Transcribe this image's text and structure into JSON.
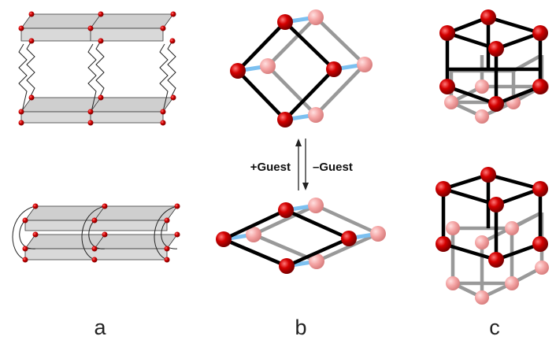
{
  "labels": {
    "guest_add": "+Guest",
    "guest_remove": "–Guest",
    "panel_a": "a",
    "panel_b": "b",
    "panel_c": "c"
  },
  "colors": {
    "node_front": "#c80000",
    "node_back": "#f4a3a3",
    "bond_front": "#000000",
    "bond_back": "#999999",
    "pillar_link": "#7cc0f0",
    "layer_fill": "#cfcfcf"
  }
}
